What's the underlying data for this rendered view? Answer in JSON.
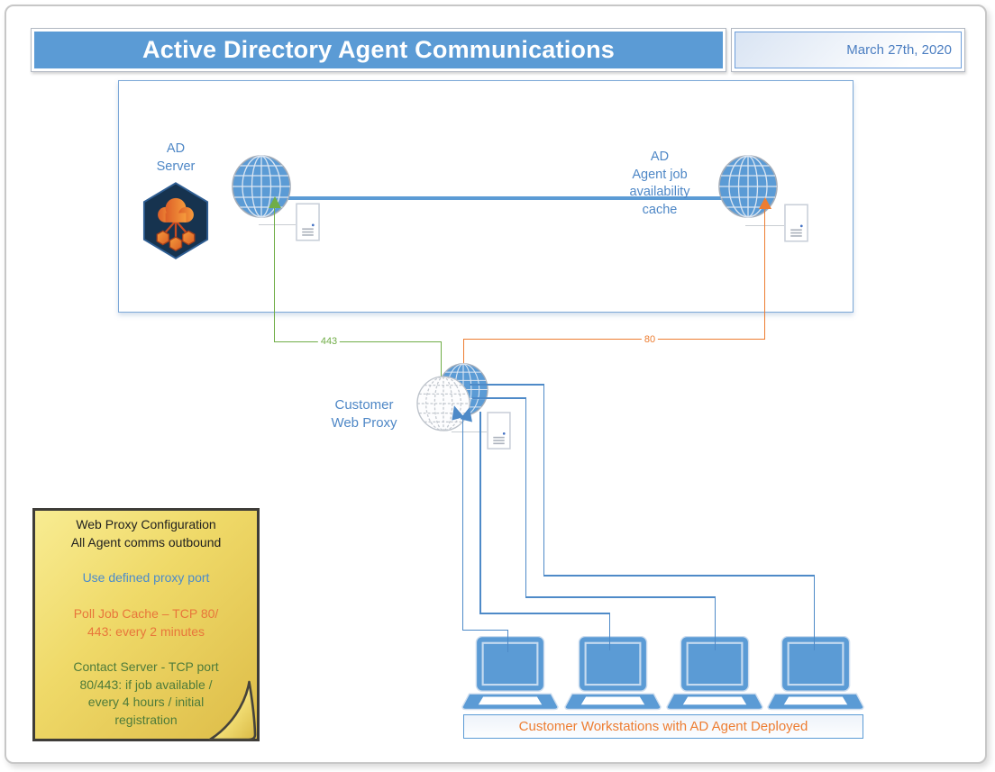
{
  "header": {
    "title": "Active Directory Agent Communications",
    "date": "March 27th, 2020"
  },
  "ad_server": {
    "label_line1": "AD",
    "label_line2": "Server"
  },
  "cache": {
    "label_line1": "AD",
    "label_line2": "Agent job",
    "label_line3": "availability",
    "label_line4": "cache"
  },
  "proxy": {
    "label_line1": "Customer",
    "label_line2": "Web Proxy"
  },
  "ports": {
    "green": "443",
    "orange": "80"
  },
  "note": {
    "title_line1": "Web Proxy Configuration",
    "title_line2": "All Agent comms outbound",
    "proxy_rule": "Use defined proxy port",
    "poll_rule_line1": "Poll Job Cache – TCP 80/",
    "poll_rule_line2": "443: every 2 minutes",
    "contact_rule_line1": "Contact Server - TCP port",
    "contact_rule_line2": "80/443: if job available /",
    "contact_rule_line3": "every 4 hours / initial",
    "contact_rule_line4": "registration"
  },
  "workstations": {
    "caption": "Customer Workstations with AD Agent Deployed"
  },
  "icons": {
    "hex_badge": "ad-server-cloud-badge",
    "globe": "internet-globe",
    "wire_globe": "wireframe-globe",
    "document": "server-document",
    "laptop": "workstation-laptop"
  },
  "colors": {
    "accent_blue": "#5B9BD5",
    "line_green": "#70AD47",
    "line_orange": "#ED7D31",
    "label_blue": "#4E87C6",
    "note_green_text": "#4E7B3A",
    "caption_orange": "#ED7D31"
  }
}
